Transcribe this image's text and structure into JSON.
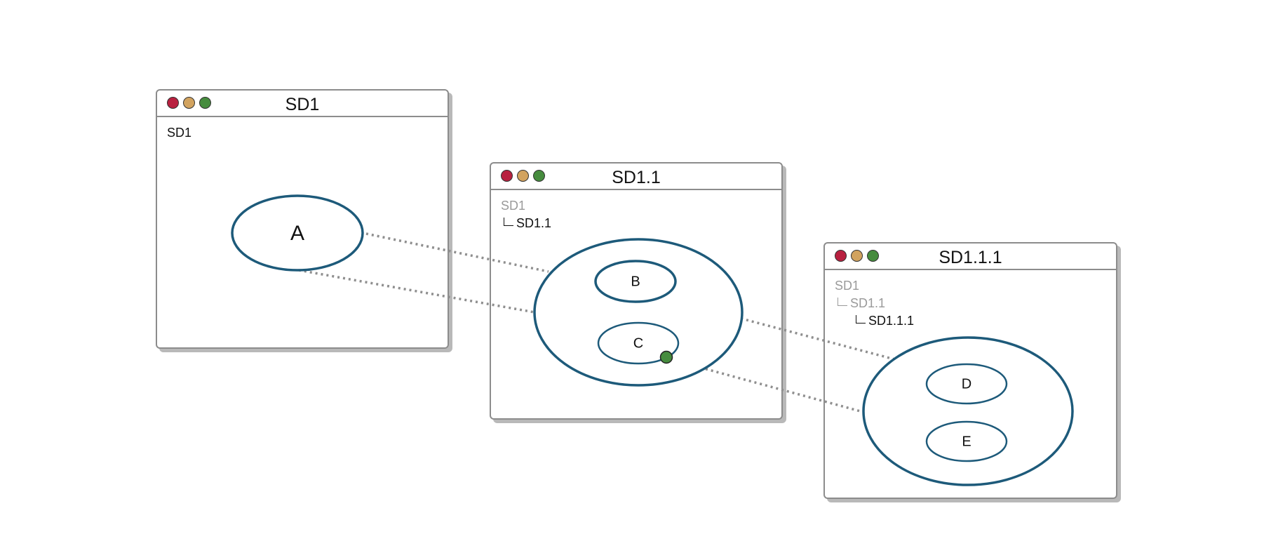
{
  "windows": [
    {
      "title": "SD1",
      "breadcrumb": [
        "SD1"
      ]
    },
    {
      "title": "SD1.1",
      "breadcrumb": [
        "SD1",
        "SD1.1"
      ]
    },
    {
      "title": "SD1.1.1",
      "breadcrumb": [
        "SD1",
        "SD1.1",
        "SD1.1.1"
      ]
    }
  ],
  "states": {
    "a": "A",
    "b": "B",
    "c": "C",
    "d": "D",
    "e": "E"
  },
  "colors": {
    "state_stroke": "#1d5a7a",
    "connector": "#8f8f8f",
    "close": "#b8203f",
    "minimize": "#d2a35f",
    "maximize": "#468c3e",
    "port": "#468c3e"
  }
}
